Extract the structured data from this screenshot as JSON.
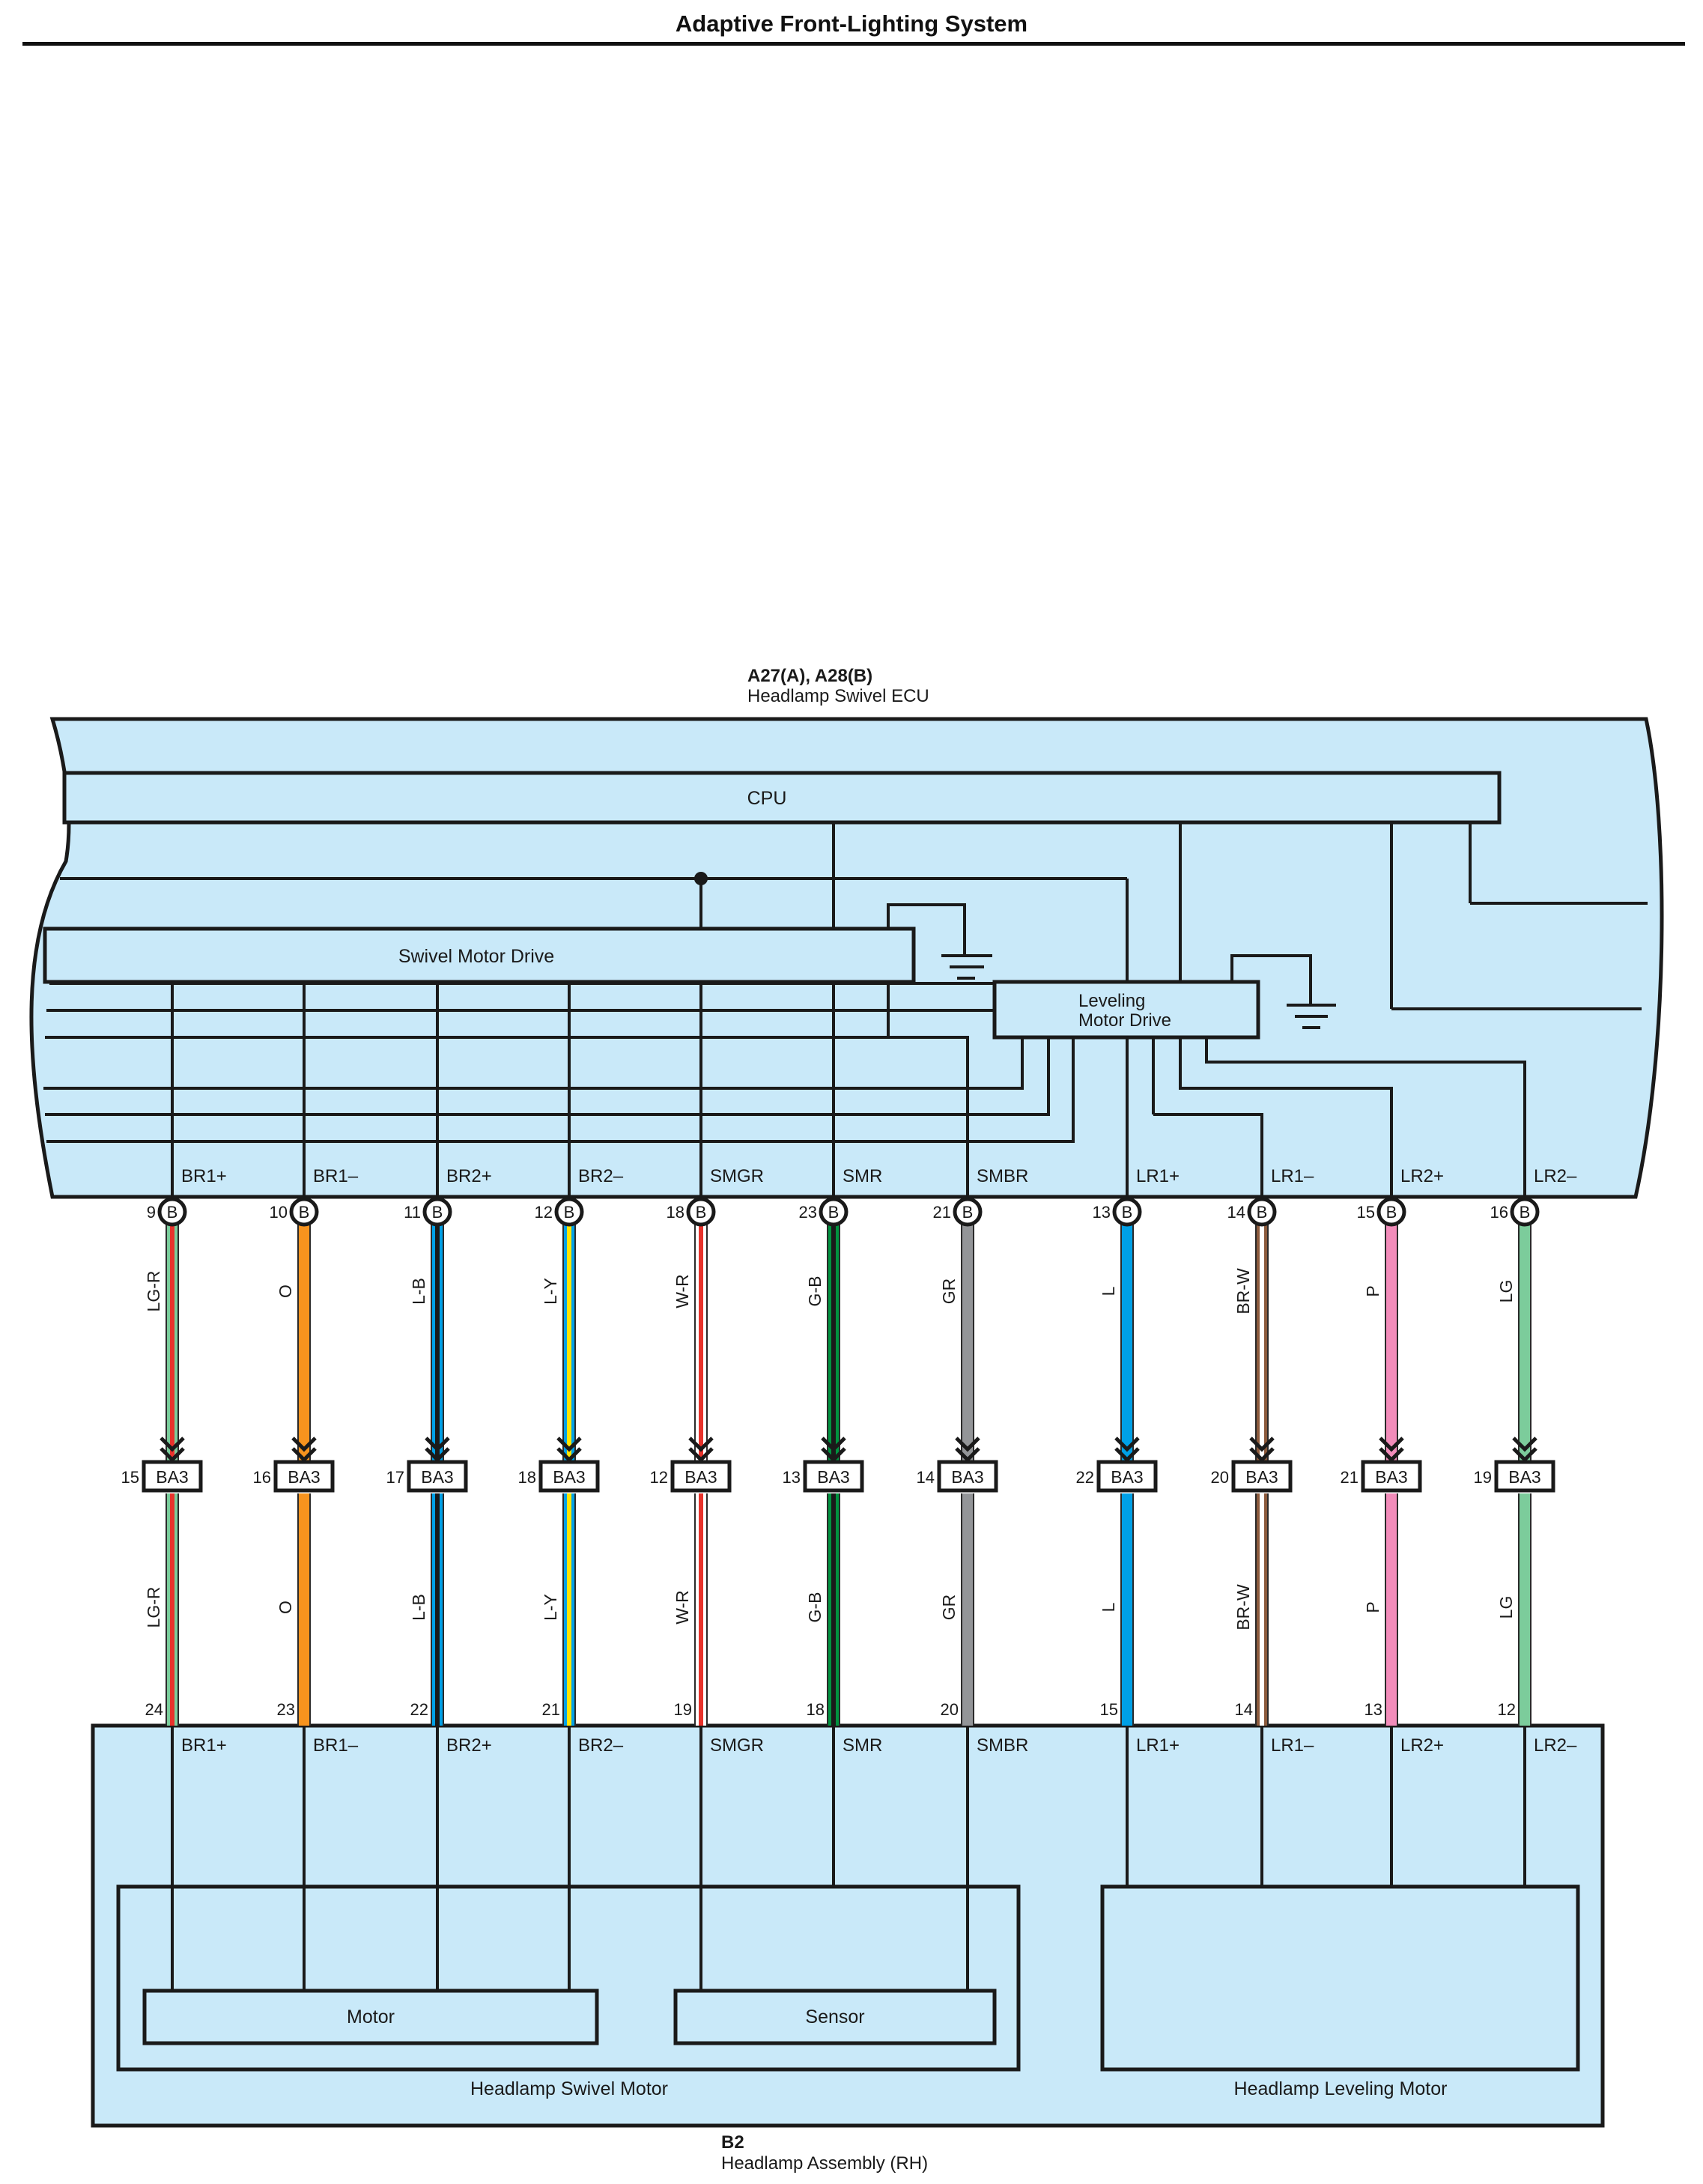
{
  "page": {
    "title": "Adaptive Front-Lighting System"
  },
  "ecu": {
    "code": "A27(A), A28(B)",
    "name": "Headlamp Swivel ECU",
    "cpu_label": "CPU",
    "swivel_drive_label": "Swivel Motor Drive",
    "leveling_drive_label_1": "Leveling",
    "leveling_drive_label_2": "Motor Drive"
  },
  "assembly": {
    "code": "B2",
    "name": "Headlamp Assembly (RH)",
    "swivel_motor_label": "Headlamp Swivel Motor",
    "leveling_motor_label": "Headlamp Leveling Motor",
    "motor_label": "Motor",
    "sensor_label": "Sensor"
  },
  "connector": {
    "ecu_pin_tag": "B",
    "junction_tag": "BA3"
  },
  "colors": {
    "panel_fill": "#c9e9f9",
    "line": "#1a1a1a",
    "red": "#e8332c",
    "light_green": "#7ccc9b",
    "orange": "#f7931e",
    "blue": "#00a0e6",
    "yellow": "#ffe600",
    "green": "#00923f",
    "gray": "#939598",
    "brown": "#8b5a3c",
    "pink": "#f28cba"
  },
  "circuits": [
    {
      "signal": "BR1+",
      "wire": "LG-R",
      "ecu_pin": "9",
      "junction_pin": "15",
      "assembly_pin": "24",
      "colors": [
        "#7ccc9b",
        "#e8332c"
      ]
    },
    {
      "signal": "BR1–",
      "wire": "O",
      "ecu_pin": "10",
      "junction_pin": "16",
      "assembly_pin": "23",
      "colors": [
        "#f7931e"
      ]
    },
    {
      "signal": "BR2+",
      "wire": "L-B",
      "ecu_pin": "11",
      "junction_pin": "17",
      "assembly_pin": "22",
      "colors": [
        "#00a0e6",
        "#1a1a1a"
      ]
    },
    {
      "signal": "BR2–",
      "wire": "L-Y",
      "ecu_pin": "12",
      "junction_pin": "18",
      "assembly_pin": "21",
      "colors": [
        "#00a0e6",
        "#ffe600"
      ]
    },
    {
      "signal": "SMGR",
      "wire": "W-R",
      "ecu_pin": "18",
      "junction_pin": "12",
      "assembly_pin": "19",
      "colors": [
        "#ffffff",
        "#e8332c"
      ]
    },
    {
      "signal": "SMR",
      "wire": "G-B",
      "ecu_pin": "23",
      "junction_pin": "13",
      "assembly_pin": "18",
      "colors": [
        "#00923f",
        "#1a1a1a"
      ]
    },
    {
      "signal": "SMBR",
      "wire": "GR",
      "ecu_pin": "21",
      "junction_pin": "14",
      "assembly_pin": "20",
      "colors": [
        "#939598"
      ]
    },
    {
      "signal": "LR1+",
      "wire": "L",
      "ecu_pin": "13",
      "junction_pin": "22",
      "assembly_pin": "15",
      "colors": [
        "#00a0e6"
      ]
    },
    {
      "signal": "LR1–",
      "wire": "BR-W",
      "ecu_pin": "14",
      "junction_pin": "20",
      "assembly_pin": "14",
      "colors": [
        "#8b5a3c",
        "#ffffff"
      ]
    },
    {
      "signal": "LR2+",
      "wire": "P",
      "ecu_pin": "15",
      "junction_pin": "21",
      "assembly_pin": "13",
      "colors": [
        "#f28cba"
      ]
    },
    {
      "signal": "LR2–",
      "wire": "LG",
      "ecu_pin": "16",
      "junction_pin": "19",
      "assembly_pin": "12",
      "colors": [
        "#7ccc9b"
      ]
    }
  ]
}
